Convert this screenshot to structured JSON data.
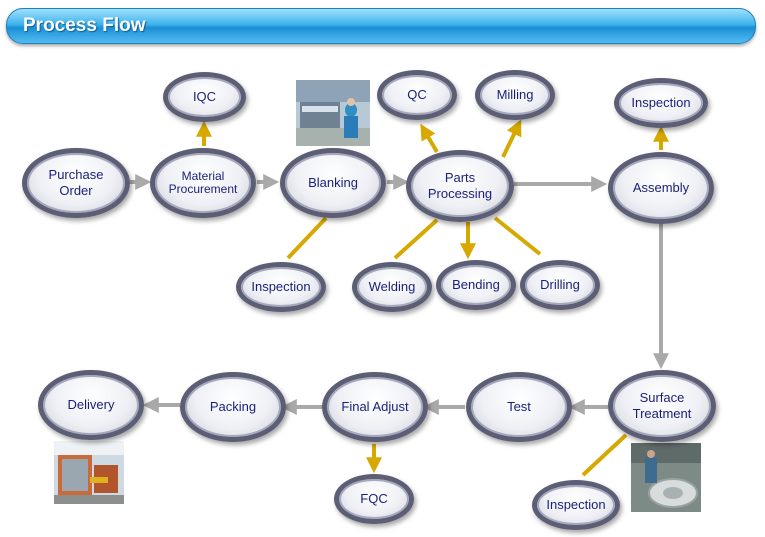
{
  "header": {
    "title": "Process Flow"
  },
  "nodes": {
    "purchase_order": "Purchase\nOrder",
    "material_procurement": "Material\nProcurement",
    "iqc": "IQC",
    "blanking": "Blanking",
    "inspection_blanking": "Inspection",
    "parts_processing": "Parts\nProcessing",
    "qc": "QC",
    "milling": "Milling",
    "welding": "Welding",
    "bending": "Bending",
    "drilling": "Drilling",
    "assembly": "Assembly",
    "inspection_assembly": "Inspection",
    "surface_treatment": "Surface\nTreatment",
    "inspection_surface": "Inspection",
    "test": "Test",
    "final_adjust": "Final Adjust",
    "fqc": "FQC",
    "packing": "Packing",
    "delivery": "Delivery"
  },
  "colors": {
    "flow_arrow": "#a9a9a9",
    "branch_arrow": "#d6a800",
    "node_text": "#1a1e7a",
    "title_bar": "#2aa3e6"
  }
}
